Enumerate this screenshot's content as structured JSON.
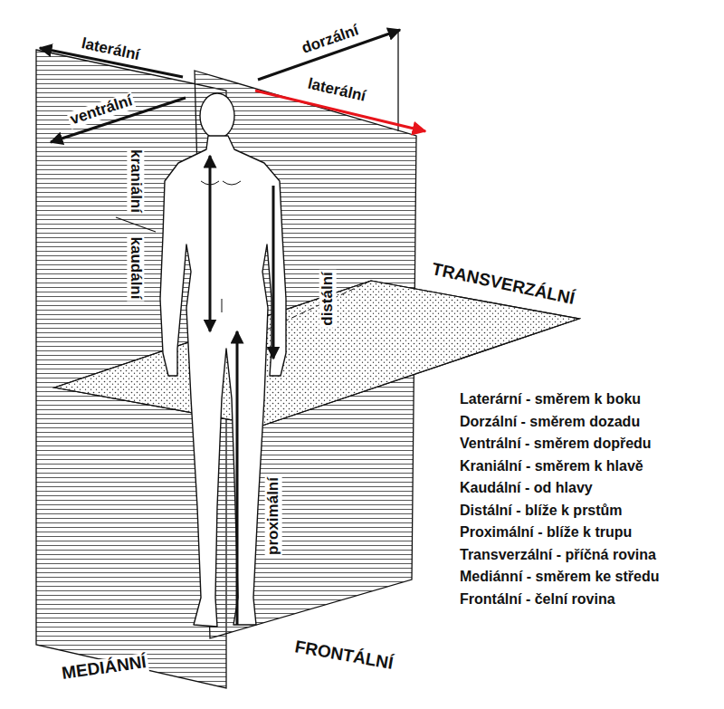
{
  "diagram": {
    "labels": [
      "laterální",
      "dorzální",
      "ventrální",
      "laterální",
      "kraniální",
      "kaudální",
      "distální",
      "proximální",
      "TRANSVERZÁLNÍ",
      "MEDIÁNNÍ",
      "FRONTÁLNÍ",
      "Laterární - směrem k boku",
      "Dorzální - směrem dozadu",
      "Ventrální - směrem dopředu",
      "Kraniální - směrem k hlavě",
      "Kaudální - od hlavy",
      "Distální - blíže k prstům",
      "Proximální - blíže k trupu",
      "Transverzální - příčná rovina",
      "Mediánní - směrem ke středu",
      "Frontální - čelní rovina"
    ]
  }
}
